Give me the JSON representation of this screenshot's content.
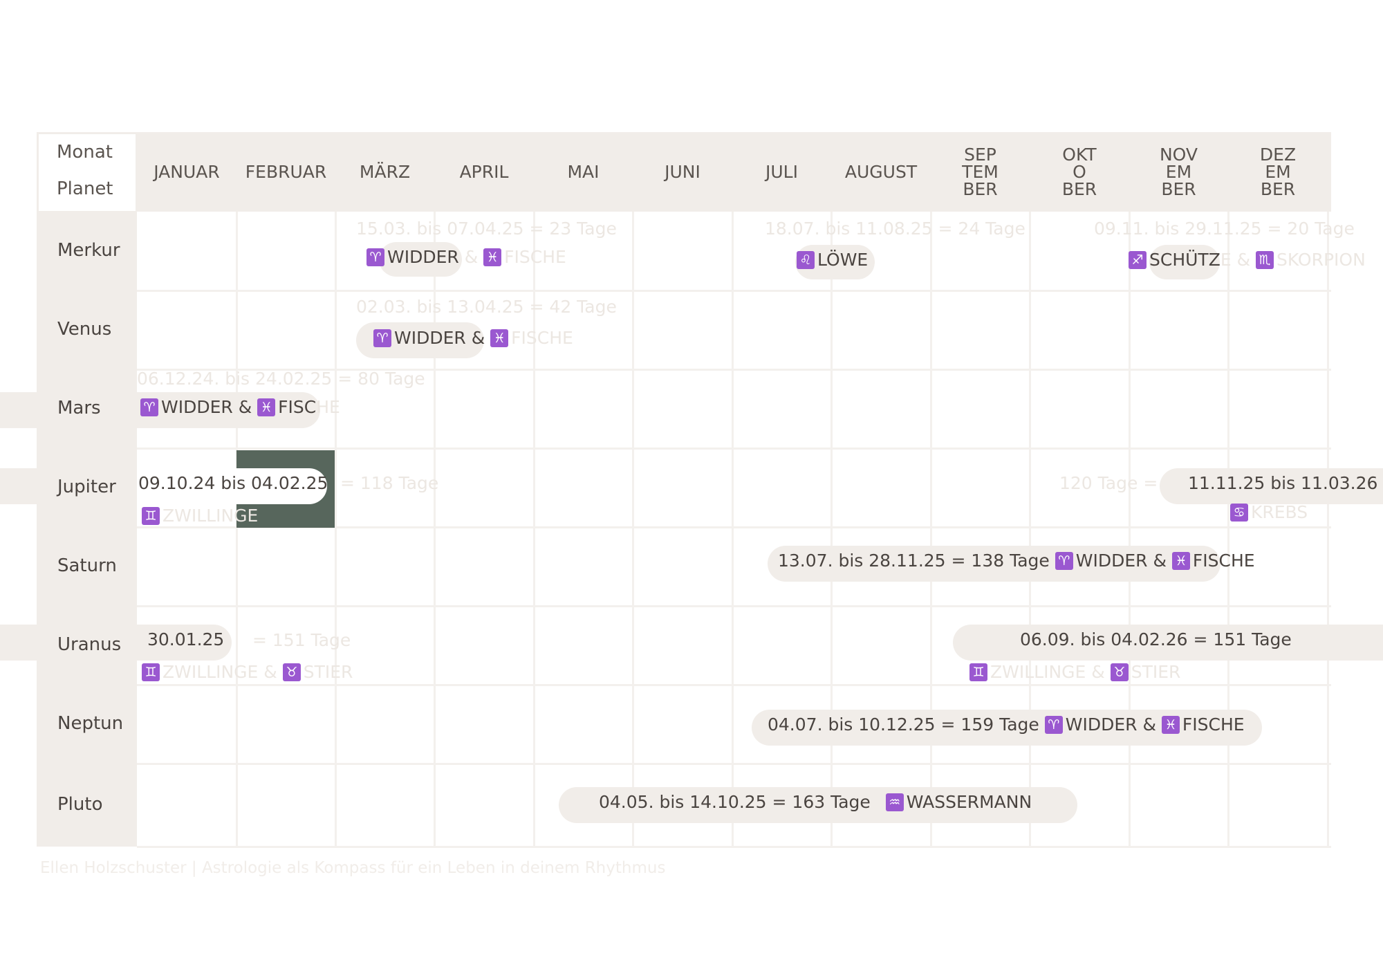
{
  "header": {
    "corner_top": "Monat",
    "corner_bottom": "Planet"
  },
  "months": [
    {
      "id": "jan",
      "lines": [
        "JANUAR"
      ]
    },
    {
      "id": "feb",
      "lines": [
        "FEBRUAR"
      ]
    },
    {
      "id": "mar",
      "lines": [
        "MÄRZ"
      ]
    },
    {
      "id": "apr",
      "lines": [
        "APRIL"
      ]
    },
    {
      "id": "mai",
      "lines": [
        "MAI"
      ]
    },
    {
      "id": "jun",
      "lines": [
        "JUNI"
      ]
    },
    {
      "id": "jul",
      "lines": [
        "JULI"
      ]
    },
    {
      "id": "aug",
      "lines": [
        "AUGUST"
      ]
    },
    {
      "id": "sep",
      "lines": [
        "SEP",
        "TEM",
        "BER"
      ]
    },
    {
      "id": "okt",
      "lines": [
        "OKT",
        "O",
        "BER"
      ]
    },
    {
      "id": "nov",
      "lines": [
        "NOV",
        "EM",
        "BER"
      ]
    },
    {
      "id": "dez",
      "lines": [
        "DEZ",
        "EM",
        "BER"
      ]
    }
  ],
  "planets": [
    "Merkur",
    "Venus",
    "Mars",
    "Jupiter",
    "Saturn",
    "Uranus",
    "Neptun",
    "Pluto"
  ],
  "icons": {
    "aries": "♈",
    "pisces": "♓",
    "leo": "♌",
    "sagittarius": "♐",
    "scorpio": "♏",
    "gemini": "♊",
    "taurus": "♉",
    "cancer": "♋",
    "aquarius": "♒"
  },
  "colors": {
    "accent_icon": "#9a58d0",
    "pill": "#f1ede9",
    "highlight": "#57665c"
  },
  "merkur": {
    "p1_dates": "15.03. bis 07.04.25 = 23 Tage",
    "p1_sign_a": "WIDDER",
    "p1_amp": "&",
    "p1_sign_b": "FISCHE",
    "p2_dates": "18.07. bis 11.08.25 = 24 Tage",
    "p2_sign": "LÖWE",
    "p3_dates": "09.11. bis 29.11.25 = 20 Tage",
    "p3_sign_a": "SCHÜTZ",
    "p3_sign_a_tail": "E &",
    "p3_sign_b": "SKORPION"
  },
  "venus": {
    "dates": "02.03. bis 13.04.25 = 42 Tage",
    "sign_a": "WIDDER &",
    "sign_b": "FISCHE"
  },
  "mars": {
    "dates": "06.12.24. bis 24.02.25 = 80 Tage",
    "sign_a": "WIDDER &",
    "sign_b": "FISC",
    "sign_b_tail": "HE"
  },
  "jupiter": {
    "p1_dates": "09.10.24 bis 04.02.25",
    "p1_days": "= 118 Tage",
    "p1_sign": "ZWILLINGE",
    "p2_days": "120 Tage =",
    "p2_dates": "11.11.25 bis 11.03.26",
    "p2_sign": "KREBS"
  },
  "saturn": {
    "text": "13.07. bis 28.11.25 = 138 Tage",
    "sign_a": "WIDDER &",
    "sign_b": "FISCHE"
  },
  "uranus": {
    "p1_date": "30.01.25",
    "p1_days": "= 151 Tage",
    "p1_sign_a": "ZWILLINGE &",
    "p1_sign_b": "STIER",
    "p2_text": "06.09. bis 04.02.26 = 151 Tage",
    "p2_sign_a": "ZWILLINGE &",
    "p2_sign_b": "STIER"
  },
  "neptun": {
    "text": "04.07. bis 10.12.25 = 159 Tage",
    "sign_a": "WIDDER &",
    "sign_b": "FISCHE"
  },
  "pluto": {
    "text": "04.05. bis 14.10.25  = 163 Tage",
    "sign": "WASSERMANN"
  },
  "footer": "Ellen  Holzschuster | Astrologie als Kompass für ein Leben in deinem Rhythmus"
}
